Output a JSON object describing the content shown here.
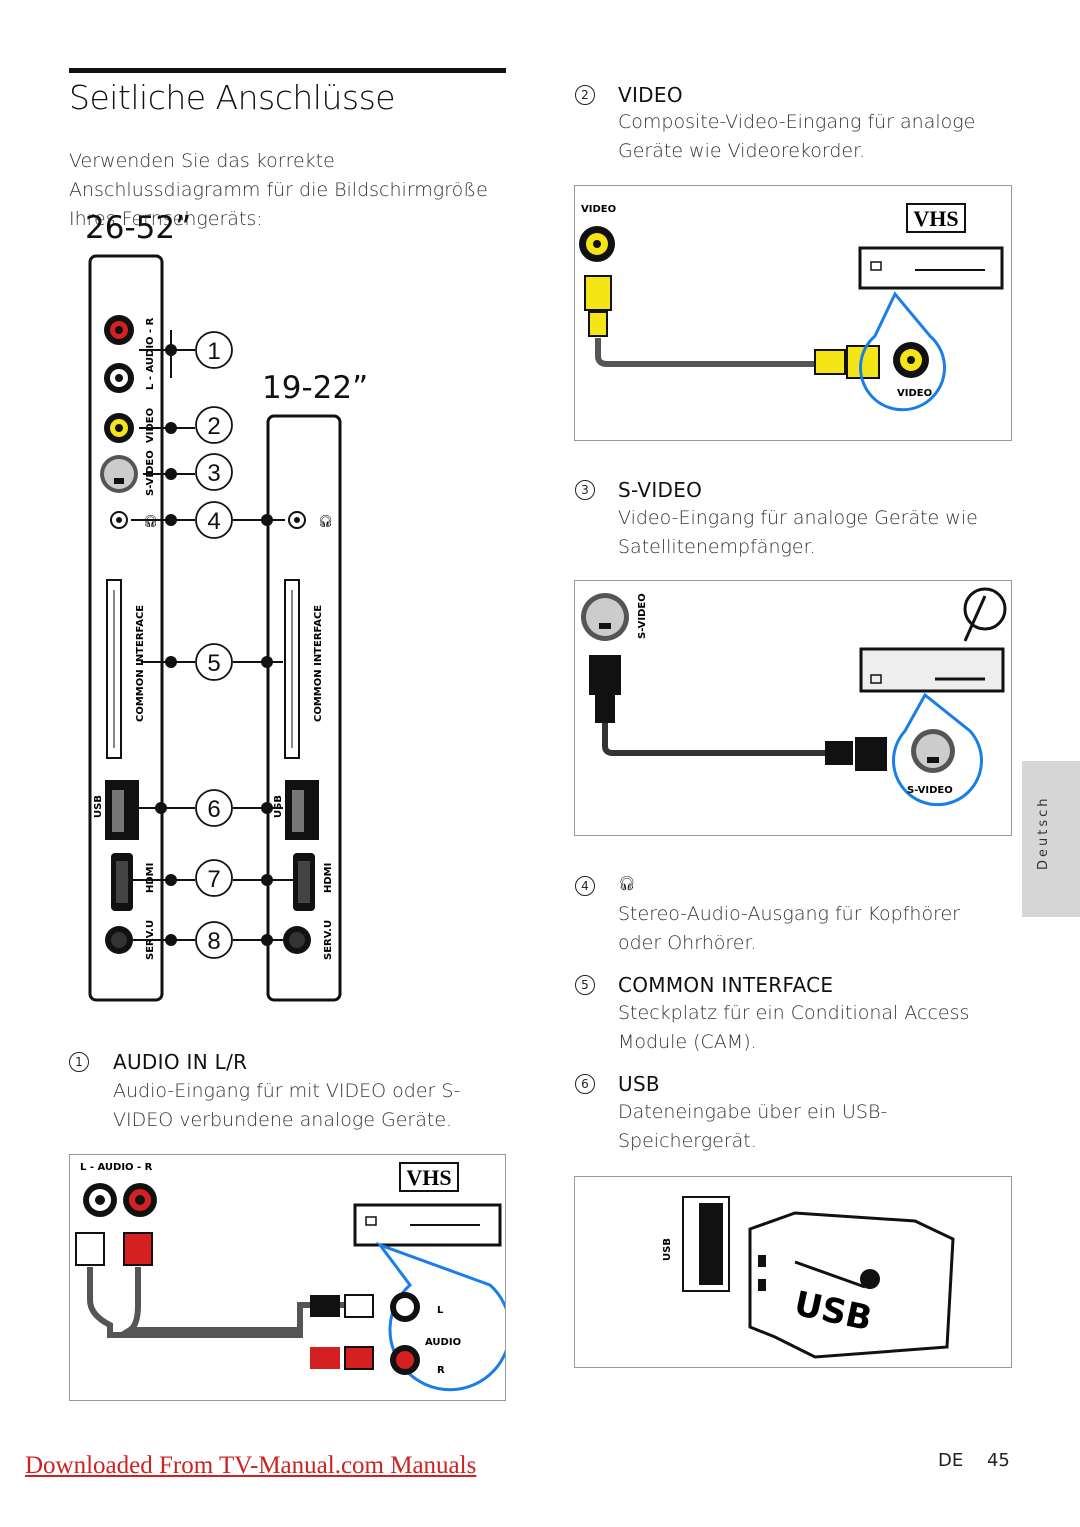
{
  "page_title": "Seitliche Anschlüsse",
  "intro": "Verwenden Sie das korrekte Anschlussdiagramm für die Bildschirmgröße Ihres Fernsehgeräts:",
  "size_large": "26-52”",
  "size_small": "19-22”",
  "panel_labels": {
    "audio": "L - AUDIO - R",
    "video": "VIDEO",
    "svideo": "S-VIDEO",
    "ci": "COMMON INTERFACE",
    "usb": "USB",
    "hdmi": "HDMI",
    "servu": "SERV.U"
  },
  "callouts": [
    "1",
    "2",
    "3",
    "4",
    "5",
    "6",
    "7",
    "8"
  ],
  "sections": [
    {
      "num": "1",
      "head": "AUDIO IN L/R",
      "body": "Audio-Eingang für mit VIDEO oder S-VIDEO verbundene analoge Geräte."
    },
    {
      "num": "2",
      "head": "VIDEO",
      "body": "Composite-Video-Eingang für analoge Geräte wie Videorekorder."
    },
    {
      "num": "3",
      "head": "S-VIDEO",
      "body": "Video-Eingang für analoge Geräte wie Satellitenempfänger."
    },
    {
      "num": "4",
      "head": "",
      "body": "Stereo-Audio-Ausgang für Kopfhörer oder Ohrhörer."
    },
    {
      "num": "5",
      "head": "COMMON INTERFACE",
      "body": "Steckplatz für ein Conditional Access Module (CAM)."
    },
    {
      "num": "6",
      "head": "USB",
      "body": "Dateneingabe über ein USB-Speichergerät."
    }
  ],
  "diagram_labels": {
    "vhs": "VHS",
    "audio_l_r": "L - AUDIO - R",
    "audio": "AUDIO",
    "l": "L",
    "r": "R",
    "video": "VIDEO",
    "svideo": "S-VIDEO",
    "usb": "USB",
    "usb_big": "USB"
  },
  "side_tab": "Deutsch",
  "download_link": "Downloaded From TV-Manual.com Manuals",
  "footer_lang": "DE",
  "footer_page": "45",
  "colors": {
    "red": "#d42020",
    "yellow": "#f3e516",
    "blue": "#1a7ee8",
    "dark": "#111111"
  }
}
